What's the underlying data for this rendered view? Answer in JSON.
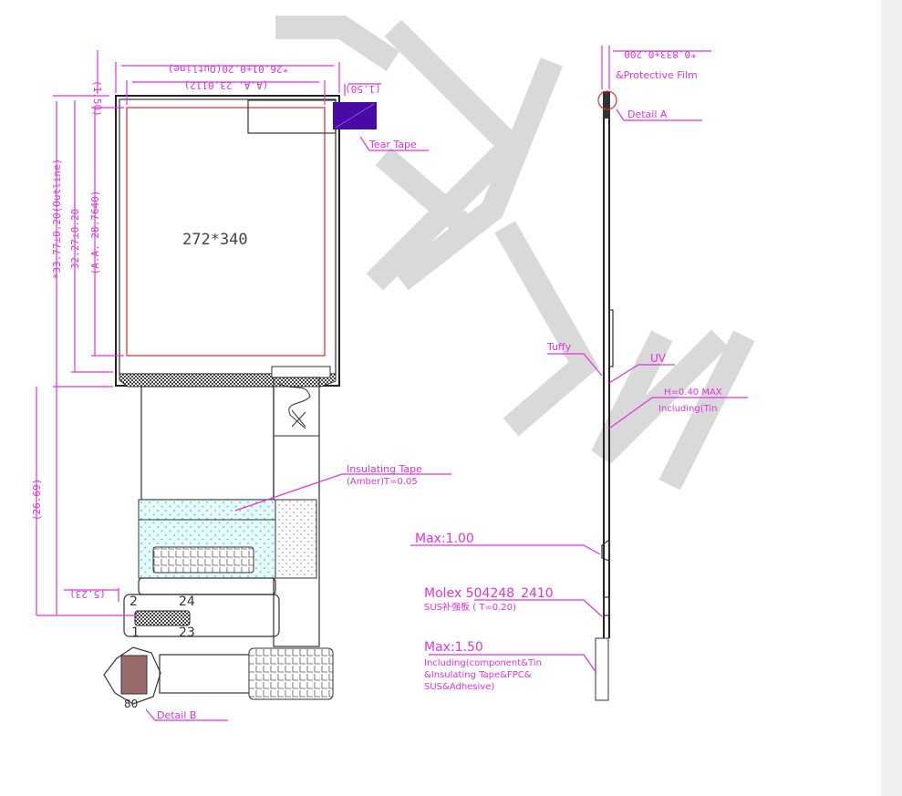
{
  "page": {
    "background": "#ffffff",
    "right_strip_color": "#f0f0f0",
    "annotation_color": "#e033e0",
    "active_area_color": "#e03a3a",
    "tear_tape_color": "#4a0aa8",
    "insulating_tape_color": "#7fe0d8"
  },
  "front_view": {
    "resolution_label": "272*340",
    "dims": {
      "outline_width": "*26.01±0.20(Outline)",
      "aa_width": "(A.A. 23.0112)",
      "top_margin": "(1.50)",
      "right_margin": "(1.50)",
      "outline_height": "*33.77±0.20(Outline)",
      "glass_height": "32.27±0.20",
      "aa_height": "(A.A. 28.7640)",
      "fpc_length": "(26.69)",
      "connector_offset": "(5.23)"
    },
    "labels": {
      "tear_tape": "Tear Tape",
      "insulating_tape_line1": "Insulating Tape",
      "insulating_tape_line2": "(Amber)T=0.05",
      "detail_b": "Detail B"
    },
    "connector_pins": {
      "top_left": "2",
      "top_right": "24",
      "bottom_left": "1",
      "bottom_right": "23"
    },
    "detail_b_pin_label": "80"
  },
  "side_view": {
    "thickness": "*0.833±0.200",
    "protective_film": "&Protective Film",
    "detail_a": "Detail A",
    "tuffy": "Tuffy",
    "uv": "UV",
    "h_max": "H=0.40  MAX",
    "including_tin": "Including(Tin",
    "max_100": "Max:1.00",
    "molex": "Molex  504248_2410",
    "sus": "SUS补强板 ( T=0.20)",
    "max_150": "Max:1.50",
    "including_1": "Including(component&Tin",
    "including_2": "&Insulating Tape&FPC&",
    "including_3": "SUS&Adhesive)"
  }
}
